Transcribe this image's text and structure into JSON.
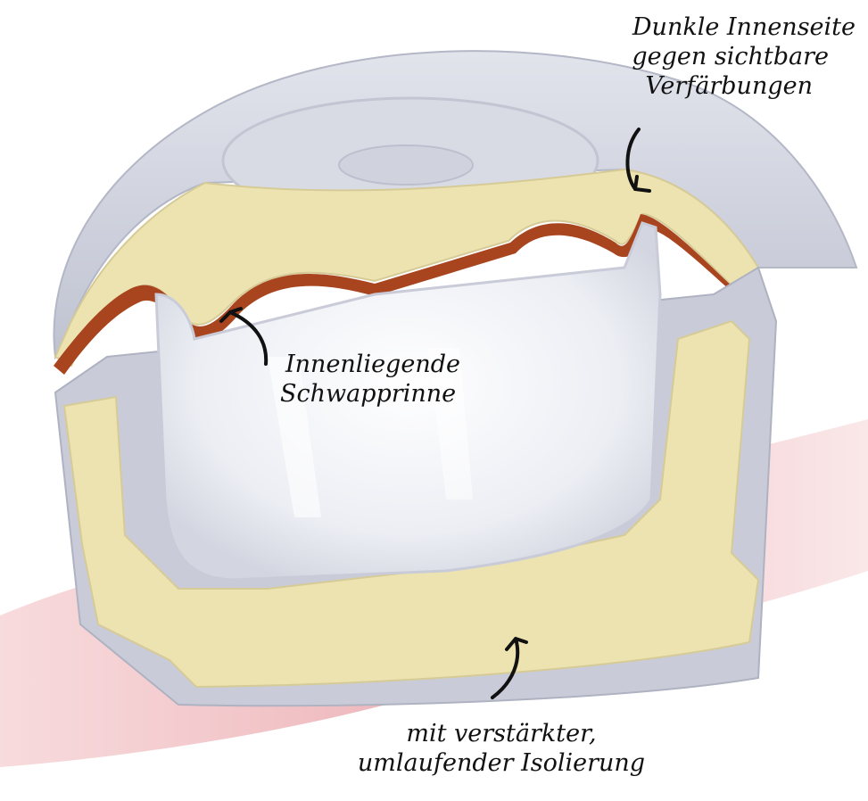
{
  "callouts": {
    "top": {
      "line1": "Dunkle Innenseite",
      "line2": "gegen sichtbare",
      "line3": "Verfärbungen"
    },
    "middle": {
      "line1": "Innenliegende",
      "line2": "Schwapprinne"
    },
    "bottom": {
      "line1": "mit verstärkter,",
      "line2": "umlaufender Isolierung"
    }
  },
  "colors": {
    "insulation": "#ede3b0",
    "shell": "#c9ccd8",
    "inner_bowl": "#f4f5f9",
    "dark_liner": "#a8451f",
    "watercolor": "#e8a3a8"
  }
}
